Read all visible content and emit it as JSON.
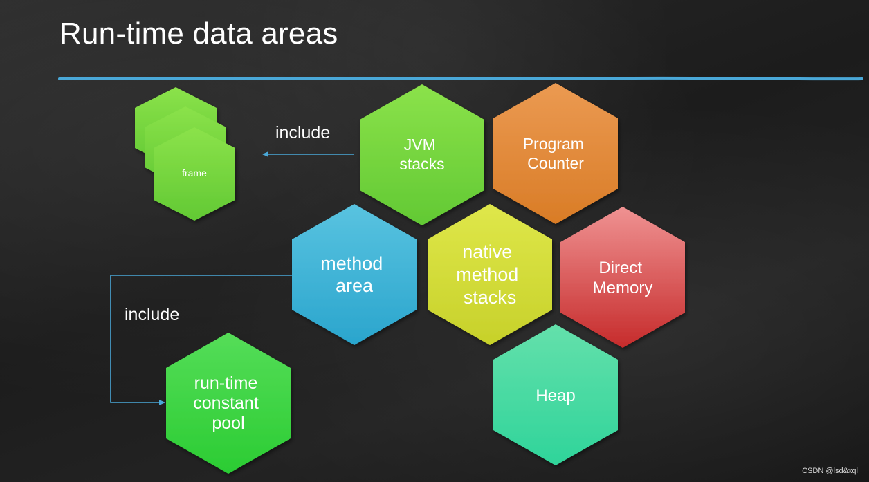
{
  "slide": {
    "title": "Run-time data areas",
    "accent_color": "#4aa8d8",
    "watermark": "CSDN @lsd&xql"
  },
  "labels": {
    "include_top": "include",
    "include_left": "include"
  },
  "hexagons": {
    "frame": {
      "text": [
        "frame"
      ],
      "color_top": "#8be24a",
      "color_bottom": "#62c934"
    },
    "jvm_stacks": {
      "text": [
        "JVM",
        "stacks"
      ],
      "color_top": "#8be24a",
      "color_bottom": "#62c934"
    },
    "program_counter": {
      "text": [
        "Program",
        "Counter"
      ],
      "color_top": "#eb9a52",
      "color_bottom": "#d97c26"
    },
    "method_area": {
      "text": [
        "method",
        "area"
      ],
      "color_top": "#59c3e0",
      "color_bottom": "#2aa5cd"
    },
    "native_method_stacks": {
      "text": [
        "native",
        "method",
        "stacks"
      ],
      "color_top": "#dfe74a",
      "color_bottom": "#c7d12a"
    },
    "direct_memory": {
      "text": [
        "Direct",
        "Memory"
      ],
      "color_top": "#ef9292",
      "color_bottom": "#c62b2b"
    },
    "heap": {
      "text": [
        "Heap"
      ],
      "color_top": "#64e0ab",
      "color_bottom": "#2fd49a"
    },
    "runtime_constant_pool": {
      "text": [
        "run-time",
        "constant",
        "pool"
      ],
      "color_top": "#55dd58",
      "color_bottom": "#2bcc33"
    }
  }
}
